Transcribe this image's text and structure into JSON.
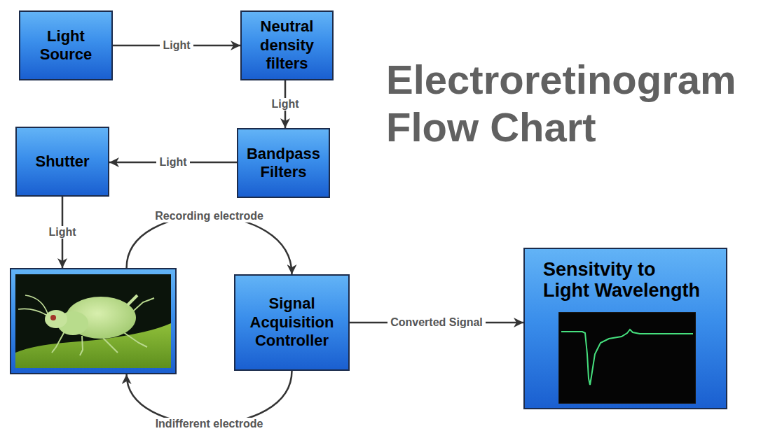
{
  "diagram": {
    "title": "Electroretinogram Flow Chart",
    "nodes": [
      {
        "text": [
          "Light Source"
        ]
      },
      {
        "text": [
          "Neutral density filters"
        ]
      },
      {
        "text": [
          "Shutter"
        ]
      },
      {
        "text": [
          "Bandpass Filters"
        ]
      },
      {
        "text": []
      },
      {
        "text": [
          "Signal Acquisition Controller"
        ]
      },
      {
        "text": [
          "Sensitvity to Light Wavelength"
        ]
      }
    ],
    "edges": [
      {
        "from": 0,
        "to": 1,
        "label": "Light",
        "arrow": "to"
      },
      {
        "from": 1,
        "to": 3,
        "label": "Light",
        "arrow": "to"
      },
      {
        "from": 3,
        "to": 2,
        "label": "Light",
        "arrow": "to"
      },
      {
        "from": 2,
        "to": 4,
        "label": "Light",
        "arrow": "to"
      },
      {
        "from": 4,
        "to": 5,
        "label": "Recording electrode",
        "arrow": "to"
      },
      {
        "from": 5,
        "to": 4,
        "label": "Indifferent electrode",
        "arrow": "to"
      },
      {
        "from": 5,
        "to": 6,
        "label": "Converted Signal",
        "arrow": "to"
      }
    ]
  }
}
